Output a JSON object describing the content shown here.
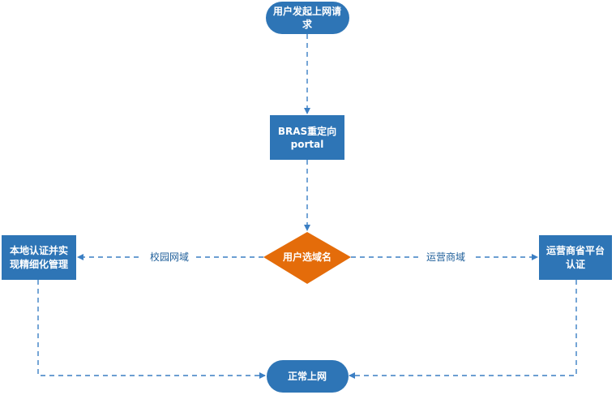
{
  "colors": {
    "node_fill": "#2E75B6",
    "decision_fill": "#E46C0A",
    "edge_stroke": "#3B7FC4",
    "edge_label": "#1F5F9A"
  },
  "nodes": {
    "start": {
      "line1": "用户发起上网请",
      "line2": "求"
    },
    "bras": {
      "line1": "BRAS重定向",
      "line2": "portal"
    },
    "decision": {
      "label": "用户选域名"
    },
    "local": {
      "line1": "本地认证并实",
      "line2": "现精细化管理"
    },
    "carrier": {
      "line1": "运营商省平台",
      "line2": "认证"
    },
    "end": {
      "label": "正常上网"
    }
  },
  "edges": {
    "campus_label": "校园网域",
    "carrier_label": "运营商域"
  }
}
